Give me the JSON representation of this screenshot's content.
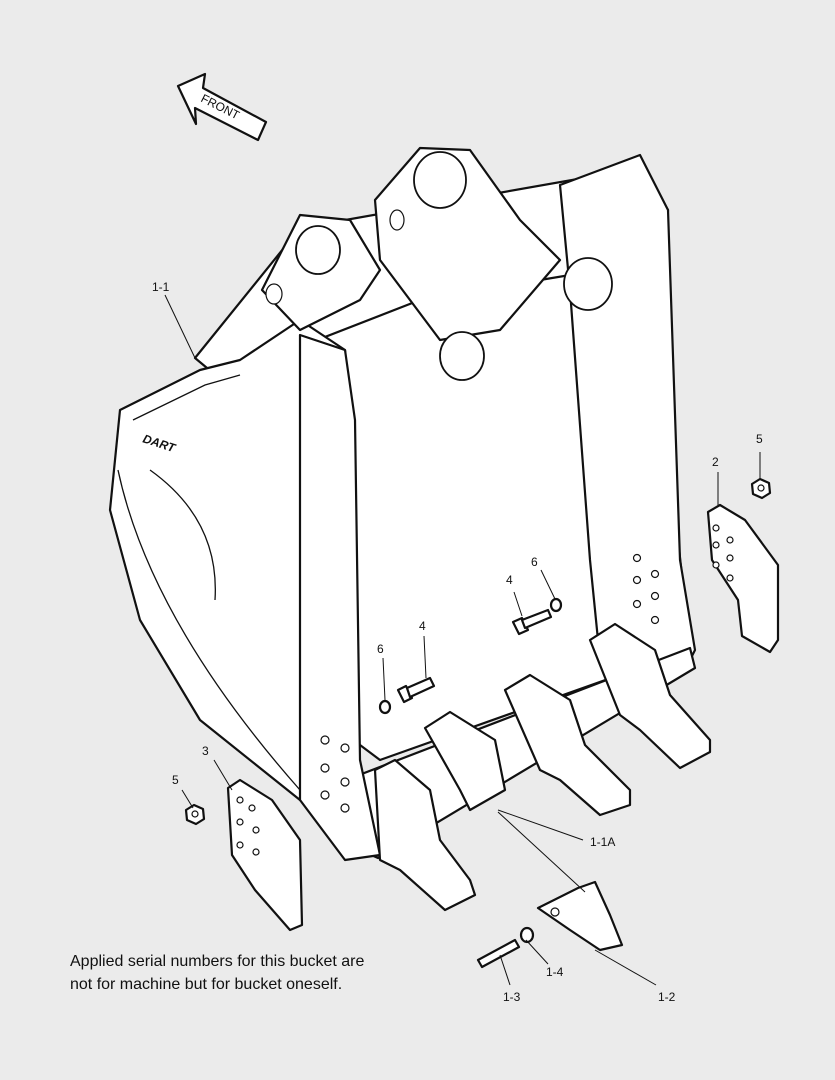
{
  "front_label": "FRONT",
  "brand_logo": "DART",
  "callouts": {
    "part_1_1": "1-1",
    "part_1_1a": "1-1A",
    "part_1_2": "1-2",
    "part_1_3": "1-3",
    "part_1_4": "1-4",
    "part_2": "2",
    "part_3": "3",
    "part_4_left": "4",
    "part_4_right": "4",
    "part_5_left": "5",
    "part_5_right": "5",
    "part_6_left": "6",
    "part_6_right": "6"
  },
  "note_lines": [
    "Applied serial numbers for this bucket are",
    "not for machine but for bucket oneself."
  ]
}
